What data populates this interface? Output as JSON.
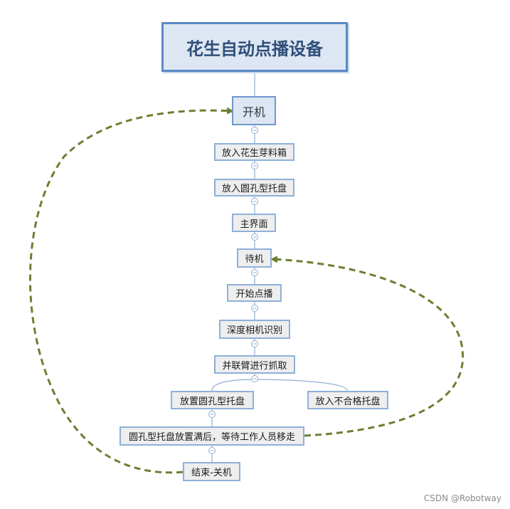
{
  "colors": {
    "line": "#8fb0d9",
    "loop": "#6b7f32",
    "node_border": "#8fb0d9",
    "root_border": "#5a8ac6"
  },
  "title": "花生自动点播设备",
  "nodes": {
    "start": "开机",
    "put_box": "放入花生芽料箱",
    "put_tray": "放入圆孔型托盘",
    "main_ui": "主界面",
    "standby": "待机",
    "start_sowing": "开始点播",
    "camera": "深度相机识别",
    "grab": "并联臂进行抓取",
    "place_tray": "放置圆孔型托盘",
    "reject_tray": "放入不合格托盘",
    "full_wait": "圆孔型托盘放置满后，等待工作人员移走",
    "end": "结束-关机"
  },
  "watermark": "CSDN @Robotway"
}
